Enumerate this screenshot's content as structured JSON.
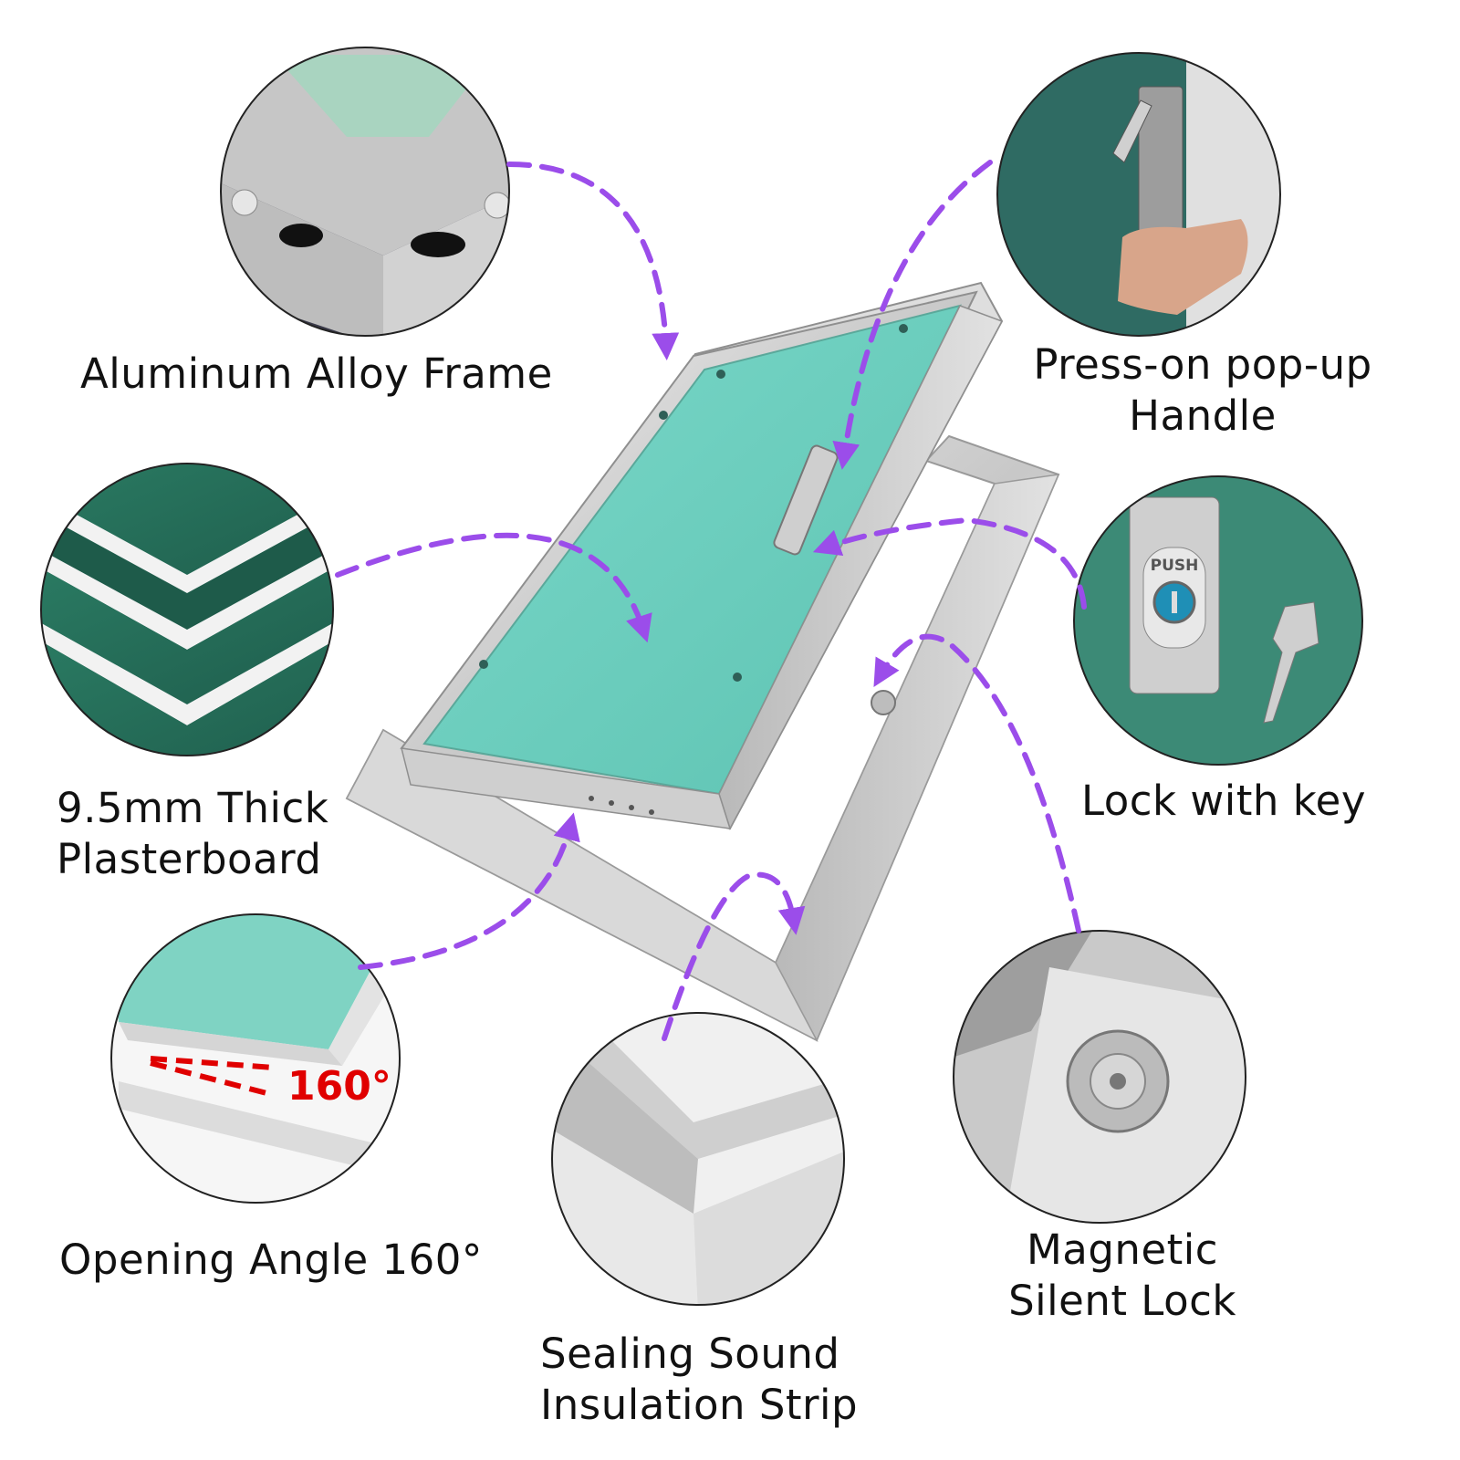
{
  "accent_color": "#9b4dea",
  "board_color": "#6fd0c0",
  "callouts": {
    "frame": {
      "lines": [
        "Aluminum Alloy Frame"
      ]
    },
    "handle": {
      "lines": [
        "Press-on pop-up",
        "Handle"
      ]
    },
    "board": {
      "lines": [
        "9.5mm Thick",
        "Plasterboard"
      ]
    },
    "lock": {
      "lines": [
        "Lock with key"
      ]
    },
    "angle": {
      "lines": [
        "Opening Angle 160°"
      ]
    },
    "strip": {
      "lines": [
        "Sealing Sound",
        "Insulation Strip"
      ]
    },
    "magnet": {
      "lines": [
        "Magnetic",
        "Silent Lock"
      ]
    }
  },
  "detail_images": {
    "angle_value": "160°",
    "push_text": "PUSH"
  }
}
